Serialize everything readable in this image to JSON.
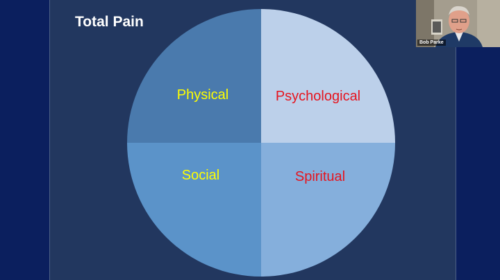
{
  "slide": {
    "title": "Total Pain",
    "quadrants": [
      {
        "label": "Physical",
        "fill": "#4a7aad",
        "label_color": "#ffff00"
      },
      {
        "label": "Psychological",
        "fill": "#bcd0ea",
        "label_color": "#e6141e"
      },
      {
        "label": "Social",
        "fill": "#5b93c9",
        "label_color": "#ffff00"
      },
      {
        "label": "Spiritual",
        "fill": "#85afdc",
        "label_color": "#e6141e"
      }
    ],
    "colors": {
      "slide_background": "#22375f",
      "screen_background": "#0b1f5e",
      "title_color": "#ffffff"
    }
  },
  "webcam": {
    "participant_name": "Bob Parke"
  }
}
